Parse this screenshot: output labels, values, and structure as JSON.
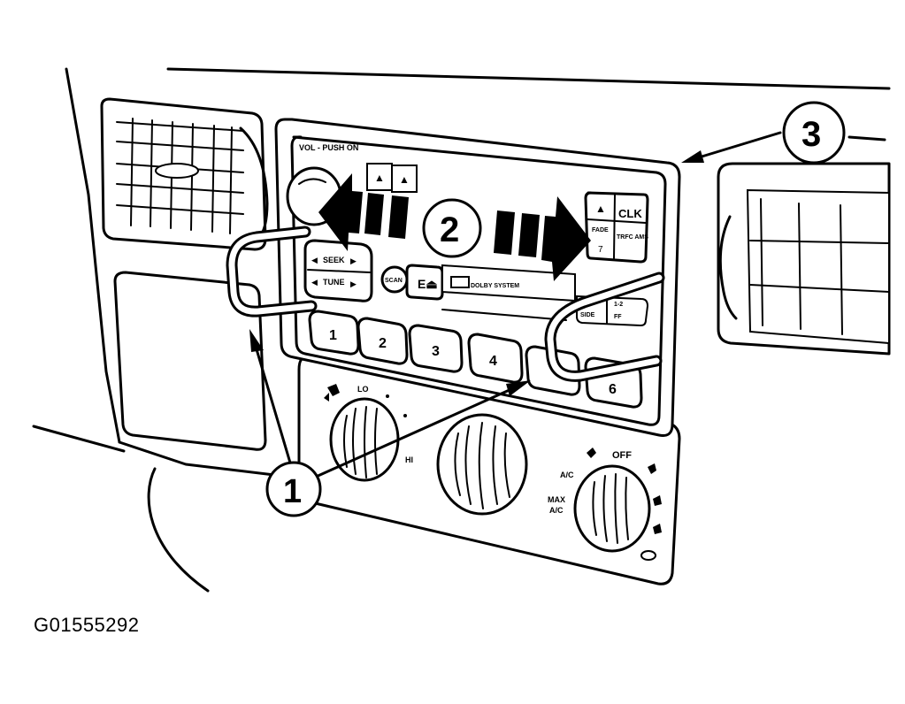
{
  "figure": {
    "reference_id": "G01555292",
    "callouts": [
      "1",
      "2",
      "3"
    ]
  },
  "radio": {
    "vol_label": "VOL - PUSH ON",
    "seek_label": "SEEK",
    "tune_label": "TUNE",
    "scan_label": "SCAN",
    "clk_label": "CLK",
    "fade_label": "FADE",
    "traffic_label": "TRFC AMS",
    "dolby_label": "DOLBY SYSTEM",
    "side_label": "SIDE",
    "side_ab_label": "1-2",
    "ff_label": "FF",
    "preset_buttons": [
      "1",
      "2",
      "3",
      "4",
      "6"
    ]
  },
  "climate": {
    "lo_label": "LO",
    "hi_label": "HI",
    "off_label": "OFF",
    "ac_label": "A/C",
    "max_label": "MAX",
    "max_ac_label": "A/C"
  }
}
